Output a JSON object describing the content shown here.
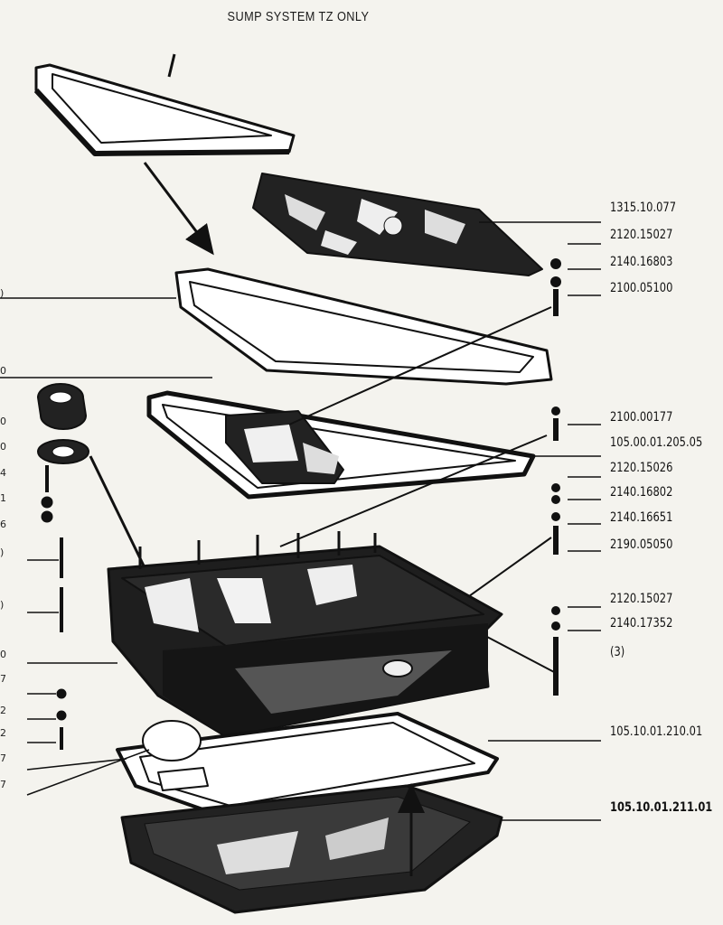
{
  "title": "SUMP SYSTEM TZ ONLY",
  "part_numbers": {
    "p1315_10_077": "1315.10.077",
    "p2120_15027_a": "2120.15027",
    "p2140_16803": "2140.16803",
    "p2100_05100": "2100.05100",
    "p2100_00177": "2100.00177",
    "p105_00_01_205_05": "105.00.01.205.05",
    "p2120_15026": "2120.15026",
    "p2140_16802": "2140.16802",
    "p2140_16651": "2140.16651",
    "p2190_05050": "2190.05050",
    "p2120_15027_b": "2120.15027",
    "p2140_17352": "2140.17352",
    "qty3": "(3)",
    "p105_10_01_210_01": "105.10.01.210.01",
    "p105_10_01_211_01": "105.10.01.211.01"
  },
  "left_edge_marks": {
    "m1": ")",
    "m2": "0",
    "m3": "0",
    "m4": "0",
    "m5": "4",
    "m6": "1",
    "m7": "6",
    "m8": ")",
    "m9": ")",
    "m10": "0",
    "m11": "7",
    "m12": "2",
    "m13": "2",
    "m14": "7",
    "m15": "7"
  }
}
